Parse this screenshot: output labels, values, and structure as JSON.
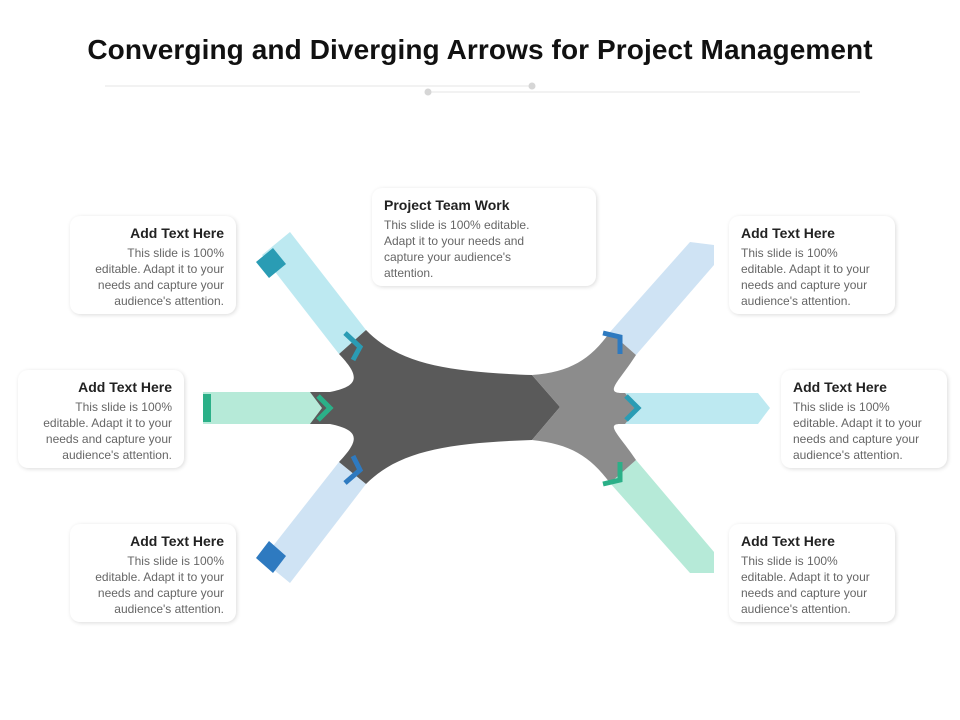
{
  "title": "Converging and Diverging Arrows for Project Management",
  "center": {
    "heading": "Project Team Work",
    "text": "This slide is 100% editable. Adapt it to your needs and capture your audience's attention."
  },
  "items": [
    {
      "heading": "Add Text Here",
      "text": "This slide is 100% editable. Adapt it to your needs and capture your audience's attention."
    },
    {
      "heading": "Add Text Here",
      "text": "This slide is 100% editable. Adapt it to your needs and capture your audience's attention."
    },
    {
      "heading": "Add Text Here",
      "text": "This slide is 100% editable. Adapt it to your needs and capture your audience's attention."
    },
    {
      "heading": "Add Text Here",
      "text": "This slide is 100% editable. Adapt it to your needs and capture your audience's attention."
    },
    {
      "heading": "Add Text Here",
      "text": "This slide is 100% editable. Adapt it to your needs and capture your audience's attention."
    },
    {
      "heading": "Add Text Here",
      "text": "This slide is 100% editable. Adapt it to your needs and capture your audience's attention."
    }
  ],
  "colors": {
    "dark_body": "#5a5a5a",
    "light_body": "#8c8c8c",
    "teal_light": "#bde9f1",
    "teal_dark": "#2a9cb4",
    "mint_light": "#b6ead8",
    "mint_dark": "#2bb088",
    "blue_light": "#cfe3f4",
    "blue_dark": "#2e7ac0"
  }
}
